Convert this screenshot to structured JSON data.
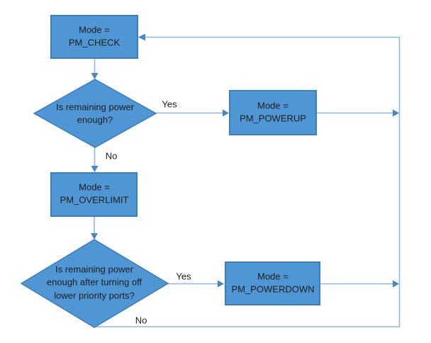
{
  "diagram": {
    "title": "",
    "nodes": {
      "pm_check": {
        "label": "Mode =\nPM_CHECK",
        "type": "process"
      },
      "decision1": {
        "label": "Is remaining power\nenough?",
        "type": "decision"
      },
      "pm_powerup": {
        "label": "Mode =\nPM_POWERUP",
        "type": "process"
      },
      "pm_overlimit": {
        "label": "Mode =\nPM_OVERLIMIT",
        "type": "process"
      },
      "decision2": {
        "label": "Is remaining power\nenough after turning off\nlower priority ports?",
        "type": "decision"
      },
      "pm_powerdown": {
        "label": "Mode =\nPM_POWERDOWN",
        "type": "process"
      }
    },
    "edge_labels": {
      "decision1_yes": "Yes",
      "decision1_no": "No",
      "decision2_yes": "Yes",
      "decision2_no": "No"
    },
    "edges": [
      {
        "from": "pm_check",
        "to": "decision1",
        "label": ""
      },
      {
        "from": "decision1",
        "to": "pm_powerup",
        "label": "Yes"
      },
      {
        "from": "decision1",
        "to": "pm_overlimit",
        "label": "No"
      },
      {
        "from": "pm_powerup",
        "to": "pm_check",
        "label": ""
      },
      {
        "from": "pm_overlimit",
        "to": "decision2",
        "label": ""
      },
      {
        "from": "decision2",
        "to": "pm_powerdown",
        "label": "Yes"
      },
      {
        "from": "decision2",
        "to": "pm_check",
        "label": "No"
      },
      {
        "from": "pm_powerdown",
        "to": "pm_check",
        "label": ""
      }
    ],
    "colors": {
      "node_fill": "#4f96d4",
      "node_border": "#3c7dc0",
      "connector": "#8eb7e3",
      "arrowhead": "#4a86c6",
      "label_text": "#1c1c1c",
      "canvas_bg": "#ffffff"
    }
  }
}
